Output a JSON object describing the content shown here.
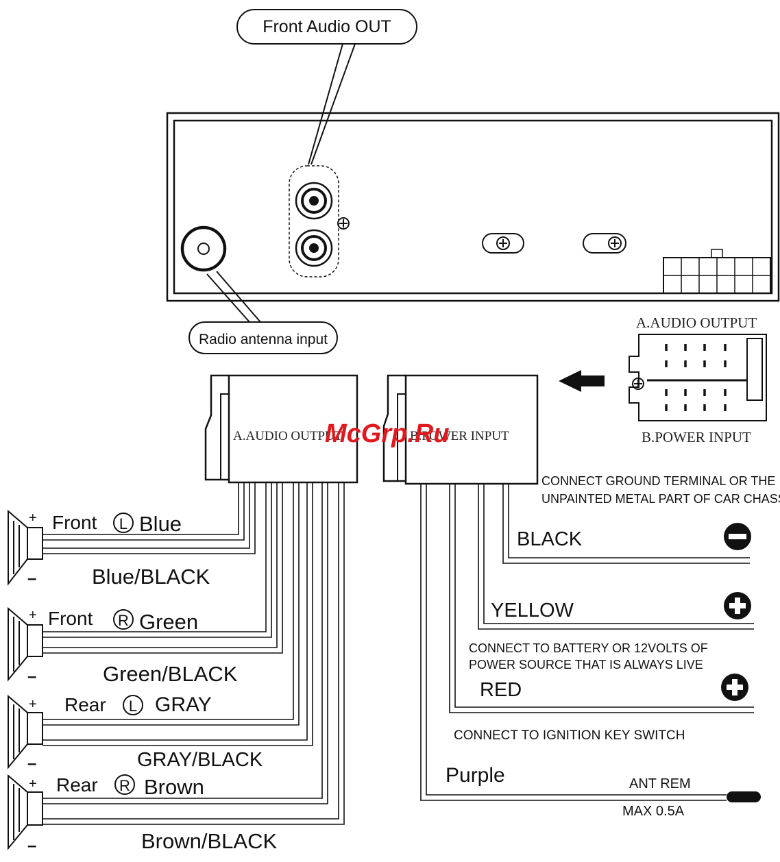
{
  "callouts": {
    "front_audio_out": "Front Audio OUT",
    "radio_antenna_input": "Radio antenna input"
  },
  "connector_legend": {
    "audio_output": "A.AUDIO OUTPUT",
    "power_input": "B.POWER INPUT"
  },
  "harness": {
    "audio_output_label": "A.AUDIO OUTPUT",
    "power_input_label": "B.POWER INPUT"
  },
  "watermark": "McGrp.Ru",
  "speakers": [
    {
      "plus": "+",
      "minus": "–",
      "name_pre": "Front",
      "side": "L",
      "color": "Blue",
      "neg": "Blue/BLACK"
    },
    {
      "plus": "+",
      "minus": "–",
      "name_pre": "Front",
      "side": "R",
      "color": "Green",
      "neg": "Green/BLACK"
    },
    {
      "plus": "+",
      "minus": "–",
      "name_pre": "Rear",
      "side": "L",
      "color": "GRAY",
      "neg": "GRAY/BLACK"
    },
    {
      "plus": "+",
      "minus": "–",
      "name_pre": "Rear",
      "side": "R",
      "color": "Brown",
      "neg": "Brown/BLACK"
    }
  ],
  "power": {
    "ground_note_1": "CONNECT GROUND TERMINAL OR THE",
    "ground_note_2": "UNPAINTED METAL PART OF CAR CHASSIS",
    "black": "BLACK",
    "yellow": "YELLOW",
    "battery_note_1": "CONNECT TO BATTERY OR 12VOLTS OF",
    "battery_note_2": "POWER SOURCE THAT IS ALWAYS LIVE",
    "red": "RED",
    "ignition_note": "CONNECT TO IGNITION KEY SWITCH",
    "purple": "Purple",
    "ant_rem": "ANT REM",
    "max": "MAX 0.5A"
  }
}
